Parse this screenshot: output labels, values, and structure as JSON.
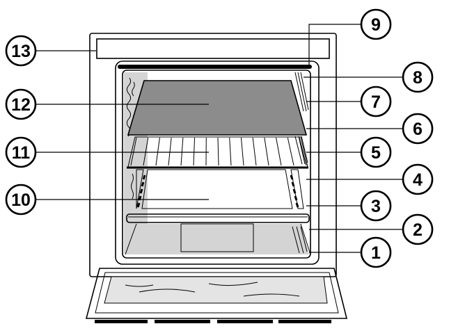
{
  "callouts": [
    {
      "label": "1"
    },
    {
      "label": "2"
    },
    {
      "label": "3"
    },
    {
      "label": "4"
    },
    {
      "label": "5"
    },
    {
      "label": "6"
    },
    {
      "label": "7"
    },
    {
      "label": "8"
    },
    {
      "label": "9"
    },
    {
      "label": "10"
    },
    {
      "label": "11"
    },
    {
      "label": "12"
    },
    {
      "label": "13"
    }
  ],
  "colors": {
    "line": "#000000",
    "plate_fill": "#8c8c8c",
    "shade": "#d4d4d4",
    "glass": "#e4e4e4",
    "background": "#ffffff"
  }
}
